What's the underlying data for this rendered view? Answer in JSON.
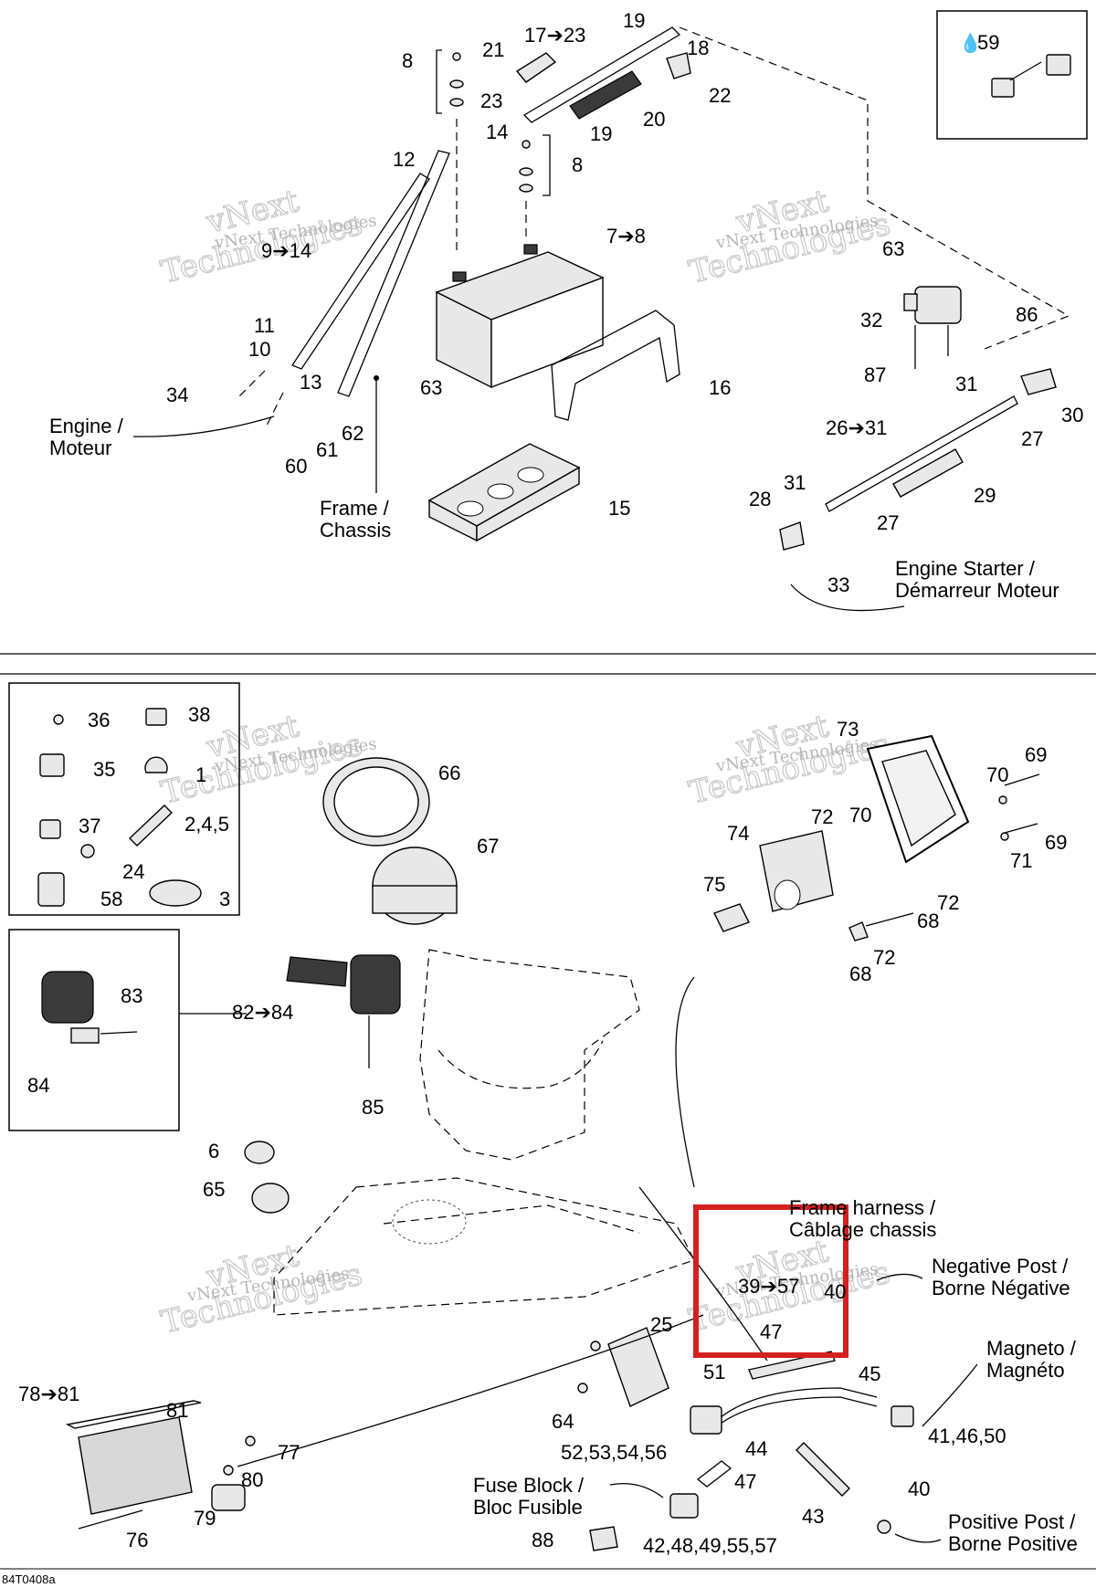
{
  "callouts": {
    "c8a": "8",
    "c21": "21",
    "c17_23": "17➔23",
    "c19a": "19",
    "c18": "18",
    "c22": "22",
    "c23": "23",
    "c20": "20",
    "c19b": "19",
    "c14": "14",
    "c12": "12",
    "c8b": "8",
    "c7_8": "7➔8",
    "c9_14": "9➔14",
    "c11": "11",
    "c10": "10",
    "c13": "13",
    "c63a": "63",
    "c34": "34",
    "c62": "62",
    "c61": "61",
    "c60": "60",
    "c16": "16",
    "c15": "15",
    "c59": "59",
    "c63b": "63",
    "c32": "32",
    "c86": "86",
    "c87": "87",
    "c31a": "31",
    "c30": "30",
    "c26_31": "26➔31",
    "c27a": "27",
    "c31b": "31",
    "c28": "28",
    "c29": "29",
    "c27b": "27",
    "c33": "33",
    "c36": "36",
    "c38": "38",
    "c35": "35",
    "c1": "1",
    "c37": "37",
    "c2_4_5": "2,4,5",
    "c24": "24",
    "c58": "58",
    "c3": "3",
    "c66": "66",
    "c67": "67",
    "c73": "73",
    "c69a": "69",
    "c70a": "70",
    "c72a": "72",
    "c70b": "70",
    "c74": "74",
    "c71": "71",
    "c69b": "69",
    "c75": "75",
    "c72b": "72",
    "c68a": "68",
    "c72c": "72",
    "c68b": "68",
    "c83": "83",
    "c82_84": "82➔84",
    "c84": "84",
    "c85": "85",
    "c6": "6",
    "c65": "65",
    "c39_57": "39➔57",
    "c40a": "40",
    "c47a": "47",
    "c25": "25",
    "c51": "51",
    "c45": "45",
    "c78_81": "78➔81",
    "c81": "81",
    "c64": "64",
    "c52_56": "52,53,54,56",
    "c44": "44",
    "c41_46_50": "41,46,50",
    "c77": "77",
    "c80": "80",
    "c79": "79",
    "c47b": "47",
    "c43": "43",
    "c40b": "40",
    "c76": "76",
    "c88": "88",
    "c42_57": "42,48,49,55,57"
  },
  "captions": {
    "engine": [
      "Engine /",
      "Moteur"
    ],
    "frame": [
      "Frame /",
      "Chassis"
    ],
    "starter": [
      "Engine Starter /",
      "Démarreur Moteur"
    ],
    "frame_harness": [
      "Frame harness /",
      "Câblage chassis"
    ],
    "negative_post": [
      "Negative Post /",
      "Borne Négative"
    ],
    "magneto": [
      "Magneto /",
      "Magnéto"
    ],
    "fuse_block": [
      "Fuse Block /",
      "Bloc Fusible"
    ],
    "positive_post": [
      "Positive Post /",
      "Borne Positive"
    ]
  },
  "watermark": {
    "line1": "vNext Technologies",
    "line2": "Technologies",
    "line3": "vNext"
  },
  "figure_code": "84T0408a",
  "highlight_color": "#d42020"
}
